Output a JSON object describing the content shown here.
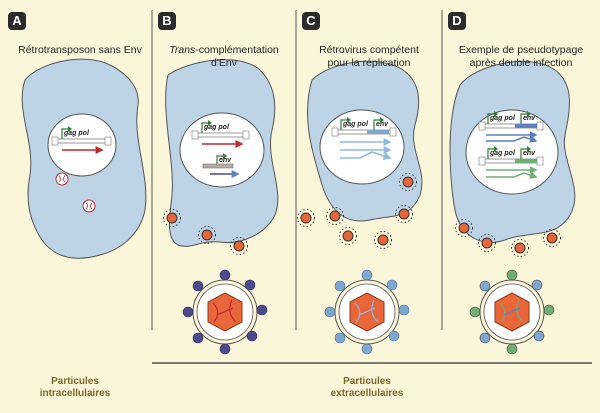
{
  "panels": [
    {
      "letter": "A",
      "title": "Rétrotransposon sans Env"
    },
    {
      "letter": "B",
      "title_italic": "Trans",
      "title_rest": "-complémentation",
      "title_line2": "d'Env"
    },
    {
      "letter": "C",
      "title_line1": "Rétrovirus compétent",
      "title_line2": "pour la réplication"
    },
    {
      "letter": "D",
      "title_line1": "Exemple de pseudotypage",
      "title_line2": "après double infection"
    }
  ],
  "gene_labels": {
    "gag_pol": "gag pol",
    "env": "env"
  },
  "bottom_labels": {
    "intracellular_line1": "Particules",
    "intracellular_line2": "intracellulaires",
    "extracellular_line1": "Particules",
    "extracellular_line2": "extracellulaires"
  },
  "colors": {
    "background": "#fbf6d9",
    "cell": "#bcd4e6",
    "nucleus": "#ffffff",
    "capsid": "#e8663a",
    "env_dark": "#4a4a8c",
    "env_light": "#7ea7cf",
    "env_green": "#6fae74",
    "arrow_red": "#c0272d",
    "arrow_blue": "#5b7fbf",
    "arrow_light": "#8eb8dd",
    "arrow_green": "#6fae74"
  }
}
